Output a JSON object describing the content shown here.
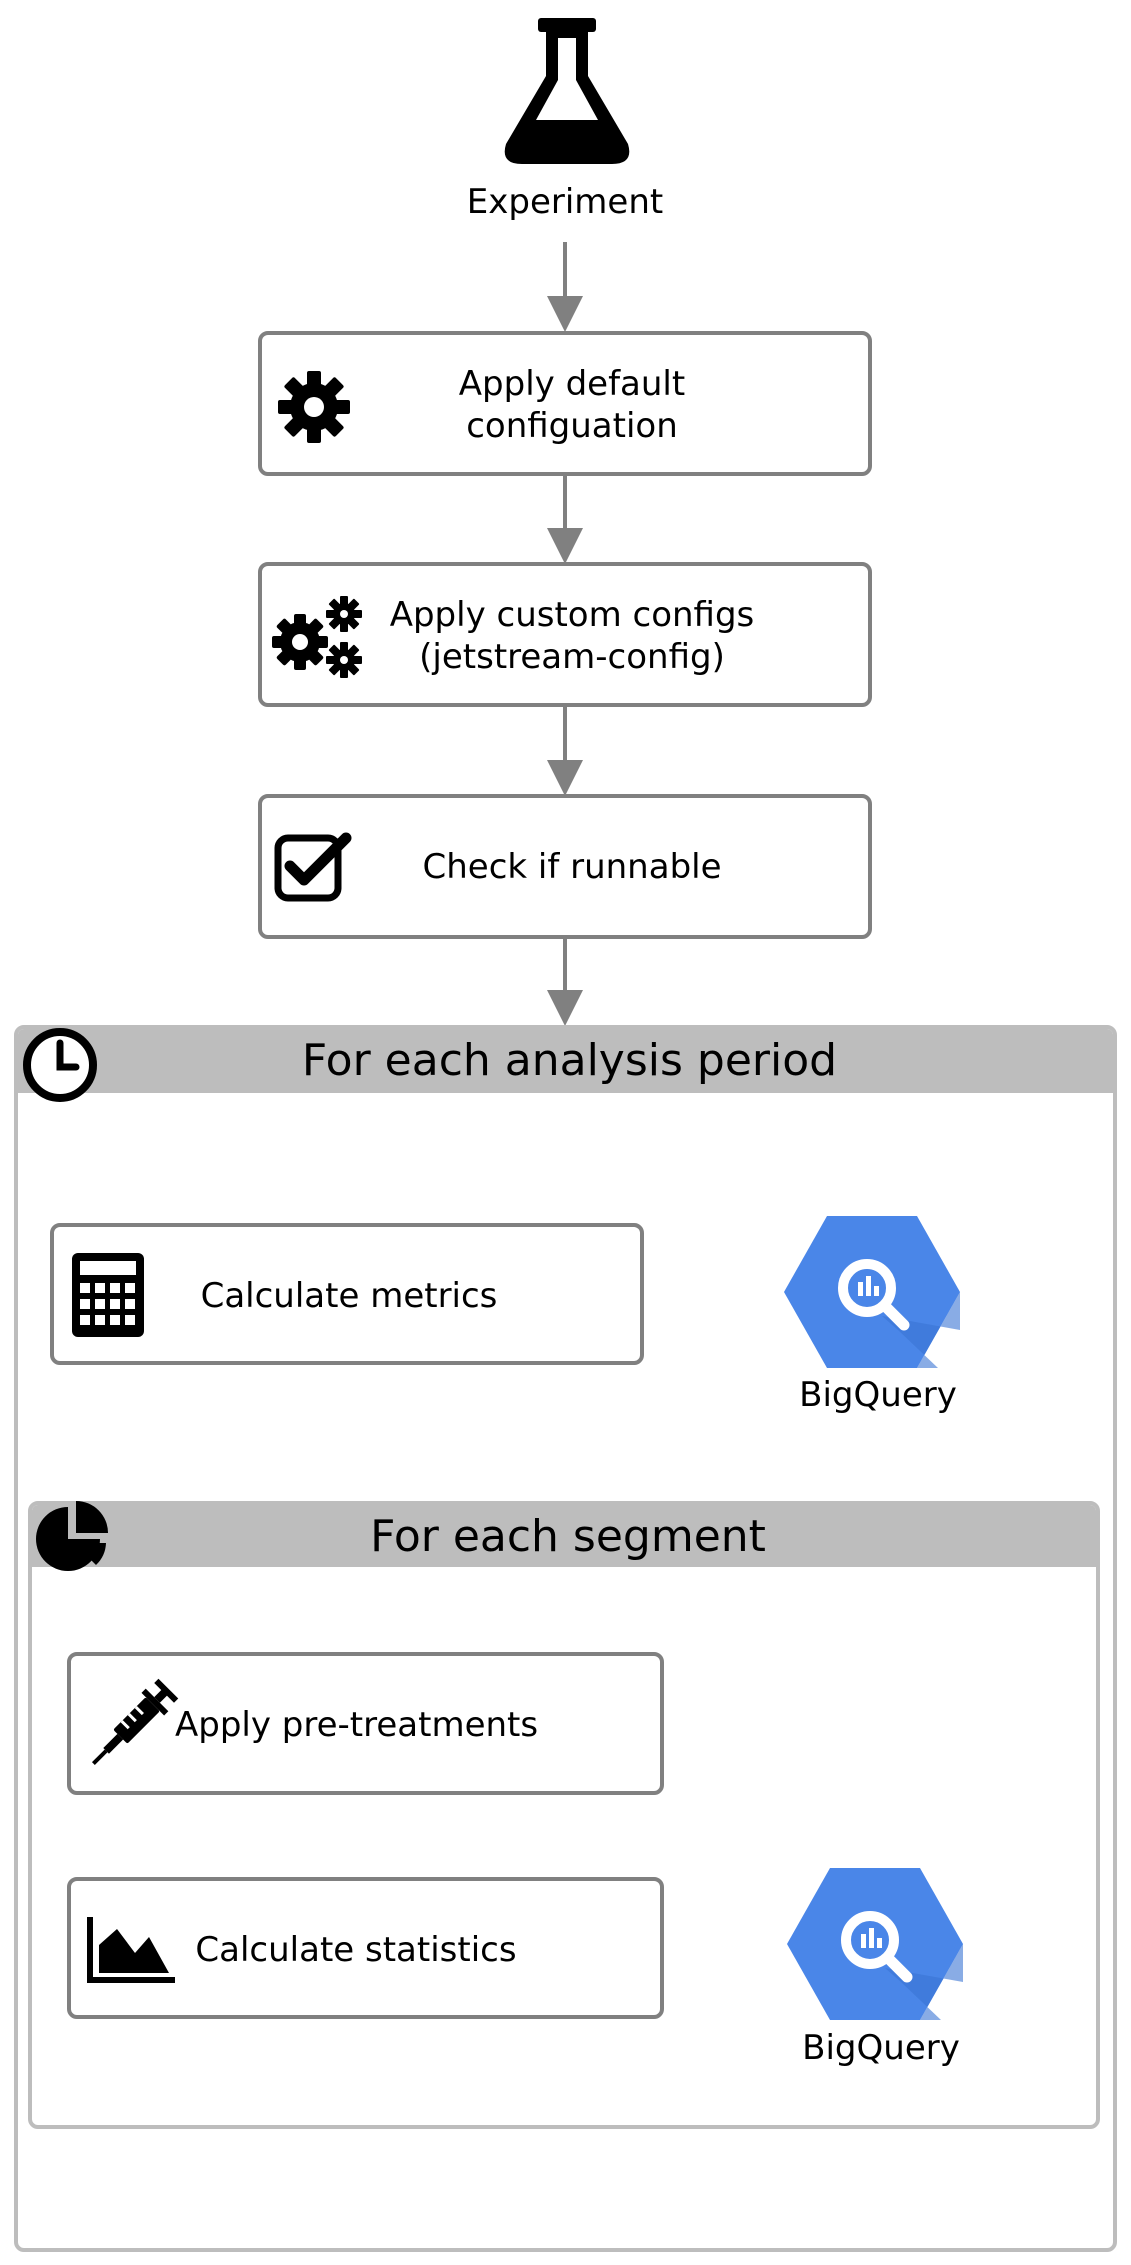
{
  "diagram": {
    "start": {
      "label": "Experiment",
      "icon": "flask-icon"
    },
    "steps": [
      {
        "line1": "Apply default",
        "line2": "configuation",
        "icon": "gear-icon"
      },
      {
        "line1": "Apply custom configs",
        "line2": "(jetstream-config)",
        "icon": "gears-icon"
      },
      {
        "line1": "Check if runnable",
        "icon": "checkbox-icon"
      }
    ],
    "period_group": {
      "title": "For each analysis period",
      "icon": "clock-icon"
    },
    "calculate_metrics": {
      "label": "Calculate metrics",
      "icon": "calculator-icon"
    },
    "segment_group": {
      "title": "For each segment",
      "icon": "pie-chart-icon"
    },
    "pre_treatments": {
      "label": "Apply pre-treatments",
      "icon": "syringe-icon"
    },
    "statistics": {
      "label": "Calculate statistics",
      "icon": "area-chart-icon"
    },
    "bigquery_1": {
      "label": "BigQuery",
      "icon": "bigquery-icon"
    },
    "bigquery_2": {
      "label": "BigQuery",
      "icon": "bigquery-icon"
    },
    "colors": {
      "arrow": "#808080",
      "border": "#808080",
      "group": "#bdbdbd",
      "bigquery": "#4a86e8"
    }
  }
}
